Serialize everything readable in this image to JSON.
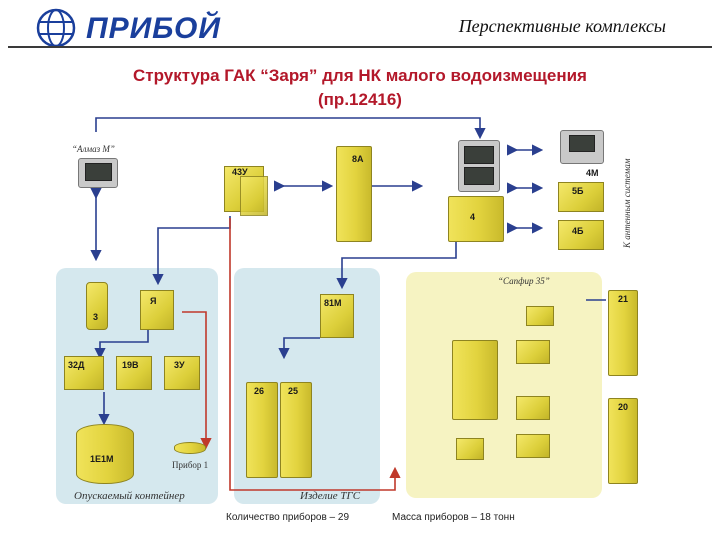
{
  "header": {
    "logo_text": "ПРИБОЙ",
    "section_title": "Перспективные комплексы"
  },
  "title": {
    "line1": "Структура ГАК “Заря” для НК малого водоизмещения",
    "line2": "(пр.12416)"
  },
  "labels": {
    "almaz": "“Алмаз М”",
    "k_otn": "К антенным системам",
    "sapphire": "“Сапфир 35”",
    "opusk": "Опускаемый контейнер",
    "izdelie": "Изделие ТГС",
    "pribor1": "Прибор 1"
  },
  "blocks": {
    "b43u": "43У",
    "b8a": "8А",
    "b4": "4",
    "b4m": "4М",
    "b5b": "5Б",
    "b4b": "4Б",
    "b3": "3",
    "bya": "Я",
    "b32d": "32Д",
    "b19v": "19В",
    "b3u": "3У",
    "b1e1m": "1Е1М",
    "b81m": "81М",
    "b26": "26",
    "b25": "25",
    "b21": "21",
    "b20": "20"
  },
  "footer": {
    "count": "Количество приборов – 29",
    "mass": "Масса приборов – 18 тонн"
  },
  "colors": {
    "accent_title": "#b3182a",
    "logo_blue": "#1a3f9c",
    "panel_blue": "#d5e8ee",
    "panel_yellow": "#f6f3c2",
    "equipment_yellow": "#e2d33e"
  }
}
